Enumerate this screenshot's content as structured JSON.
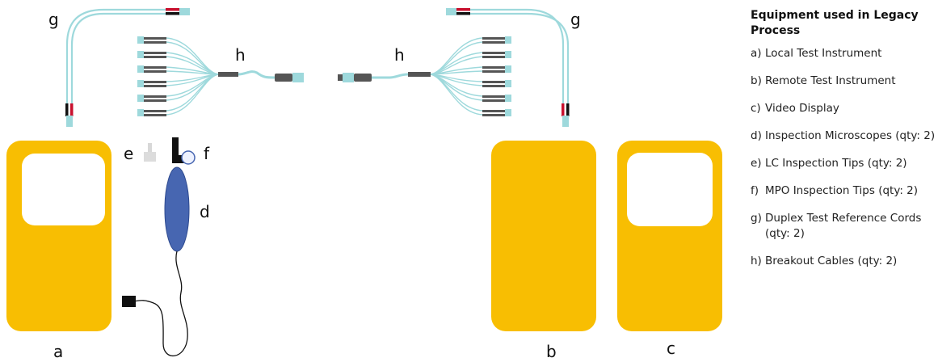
{
  "diagram": {
    "labels": {
      "a": "a",
      "b": "b",
      "c": "c",
      "d": "d",
      "e": "e",
      "f": "f",
      "g_left": "g",
      "g_right": "g",
      "h_left": "h",
      "h_right": "h"
    },
    "colors": {
      "instrument": "#F8BE02",
      "screen": "#ffffff",
      "microscope": "#4766B1",
      "fiber": "#9ED9DC",
      "connector": "#555555",
      "boot_red": "#C8102E"
    }
  },
  "legend": {
    "title": "Equipment used in Legacy Process",
    "items": [
      {
        "letter": "a)",
        "text": "Local Test Instrument"
      },
      {
        "letter": "b)",
        "text": "Remote Test Instrument"
      },
      {
        "letter": "c)",
        "text": "Video Display"
      },
      {
        "letter": "d)",
        "text": "Inspection Microscopes (qty: 2)"
      },
      {
        "letter": "e)",
        "text": "LC Inspection Tips (qty: 2)"
      },
      {
        "letter": "f)",
        "text": "MPO Inspection Tips (qty: 2)"
      },
      {
        "letter": "g)",
        "text": "Duplex Test Reference Cords (qty: 2)"
      },
      {
        "letter": "h)",
        "text": "Breakout Cables (qty: 2)"
      }
    ]
  }
}
